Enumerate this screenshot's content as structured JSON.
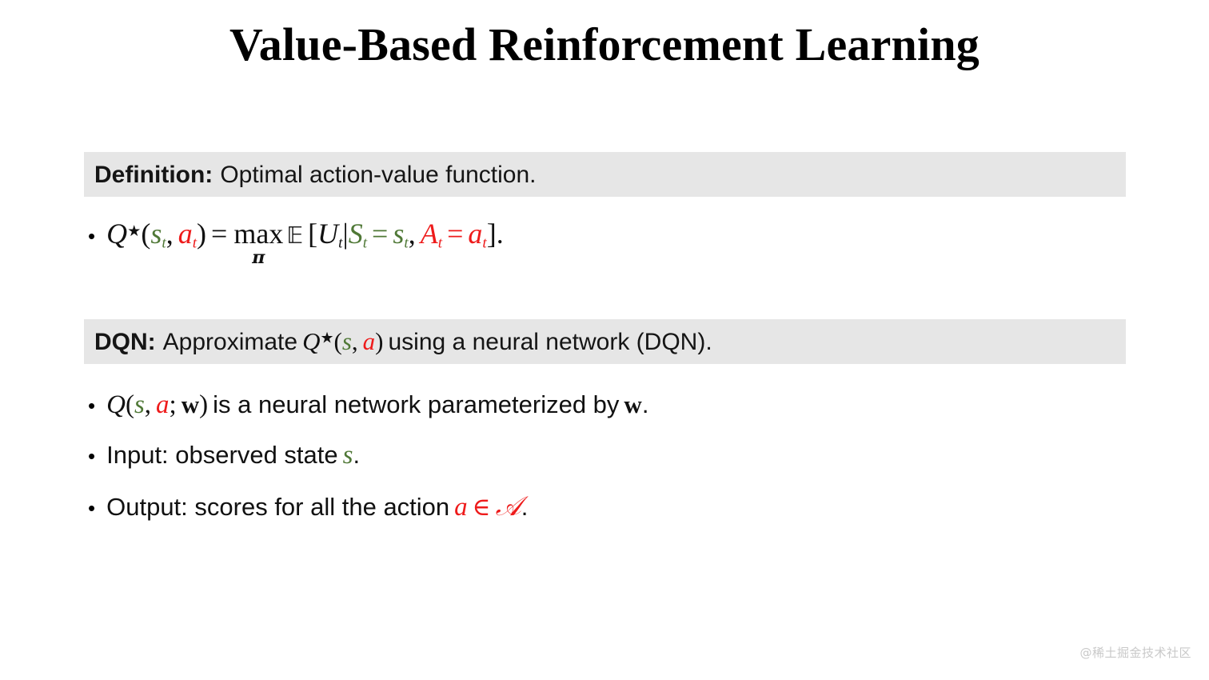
{
  "slide": {
    "title": "Value-Based Reinforcement Learning",
    "background_color": "#ffffff",
    "banner_color": "#e6e6e6",
    "colors": {
      "state_green": "#4f7836",
      "action_red": "#ee1b1b",
      "text_black": "#111111"
    }
  },
  "definition_banner": {
    "lead": "Definition:",
    "text": "Optimal action-value function."
  },
  "equation": {
    "bullet": "•",
    "q": "Q",
    "star": "★",
    "open_paren": "(",
    "s_sub": "s",
    "t_sub": "t",
    "comma": ",",
    "a_sub": "a",
    "close_paren": ")",
    "equals": "=",
    "max_op": "max",
    "max_sub": "π",
    "expectation": "𝔼",
    "open_bracket": "[",
    "u": "U",
    "mid": "|",
    "S": "S",
    "A": "A",
    "close_bracket": "]",
    "period": ".",
    "plain": "Q★(s_t, a_t) = max_π 𝔼[U_t | S_t = s_t, A_t = a_t]."
  },
  "dqn_banner": {
    "lead": "DQN:",
    "text_before": "Approximate",
    "q": "Q",
    "star": "★",
    "open_paren": "(",
    "s": "s",
    "comma": ",",
    "a": "a",
    "close_paren": ")",
    "text_after": "using a neural network (DQN).",
    "plain": "DQN: Approximate Q★(s, a) using a neural network (DQN)."
  },
  "bullets": [
    {
      "bullet": "•",
      "q": "Q",
      "open_paren": "(",
      "s": "s",
      "comma": ",",
      "a": "a",
      "semicolon": ";",
      "w": "w",
      "close_paren": ")",
      "text_after": "is a neural network parameterized by",
      "w_tail": "w",
      "period": ".",
      "plain": "Q(s, a; w) is a neural network parameterized by w."
    },
    {
      "bullet": "•",
      "text_before": "Input: observed state",
      "s": "s",
      "period": ".",
      "plain": "Input: observed state s."
    },
    {
      "bullet": "•",
      "text_before": "Output: scores for all the action",
      "a": "a",
      "member": "∈",
      "script_a": "𝒜",
      "period": ".",
      "plain": "Output: scores for all the action a ∈ 𝒜."
    }
  ],
  "watermark": {
    "text": "@稀土掘金技术社区"
  }
}
